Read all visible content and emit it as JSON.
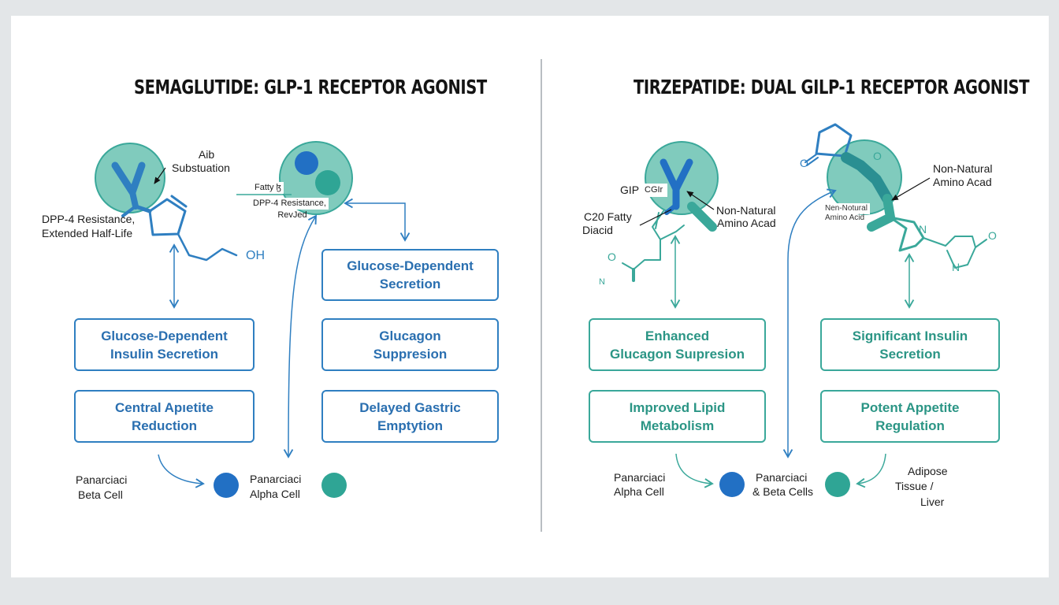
{
  "colors": {
    "blue": "#2f7fc1",
    "blue_dark": "#2270c4",
    "teal": "#3aa89a",
    "teal_fill": "#80cbbd",
    "teal_dot": "#2fa595",
    "text": "#1c1c1c",
    "background": "#e3e6e8",
    "sheet": "#ffffff"
  },
  "left": {
    "title": "SEMAGLUTIDE: GLP-1 RECEPTOR AGONIST",
    "labels": {
      "aib_1": "Aib",
      "aib_2": "Substuation",
      "dpp_1": "DPP-4 Resistance,",
      "dpp_2": "Extended Half-Life",
      "oh": "OH",
      "fatty": "Fatty ɮ",
      "dpp2_1": "DPP-4 Resistance,",
      "dpp2_2": "RevJed"
    },
    "boxes": [
      {
        "line1": "Glucose-Dependent",
        "line2": "Secretion"
      },
      {
        "line1": "Glucose-Dependent",
        "line2": "Insulin Secretion"
      },
      {
        "line1": "Glucagon",
        "line2": "Suppresion"
      },
      {
        "line1": "Central Apıetite",
        "line2": "Reduction"
      },
      {
        "line1": "Delayed Gastric",
        "line2": "Emptytion"
      }
    ],
    "cells": {
      "beta_1": "Panarciaci",
      "beta_2": "Beta Cell",
      "alpha_1": "Panarciaci",
      "alpha_2": "Alpha Cell"
    }
  },
  "right": {
    "title": "TIRZEPATIDE: DUAL GILP-1 RECEPTOR AGONIST",
    "labels": {
      "gip": "GIP",
      "cgir": "CGIr",
      "c20_1": "C20 Fatty",
      "c20_2": "Diacid",
      "nna1_1": "Non-Natural",
      "nna1_2": "Amino Acad",
      "nna2_1": "Non-Natural",
      "nna2_2": "Amino Acad",
      "nna3_1": "Nen-Notural",
      "nna3_2": "Amino Acid",
      "o_1": "O",
      "o_2": "O",
      "o_3": "O",
      "o_4": "O",
      "n_1": "N",
      "n_2": "N",
      "n_3": "N"
    },
    "boxes": [
      {
        "line1": "Enhanced",
        "line2": "Glucagon Suıpresion"
      },
      {
        "line1": "Significant Insulin",
        "line2": "Secretion"
      },
      {
        "line1": "Improved Lipid",
        "line2": "Metabolism"
      },
      {
        "line1": "Potent Appetite",
        "line2": "Regulation"
      }
    ],
    "cells": {
      "alpha_1": "Panarciaci",
      "alpha_2": "Alpha Cell",
      "beta_1": "Panarciaci",
      "beta_2": "& Beta Cells",
      "adipose_1": "Adipose",
      "adipose_2": "Tissue /",
      "adipose_3": "Liver"
    }
  }
}
